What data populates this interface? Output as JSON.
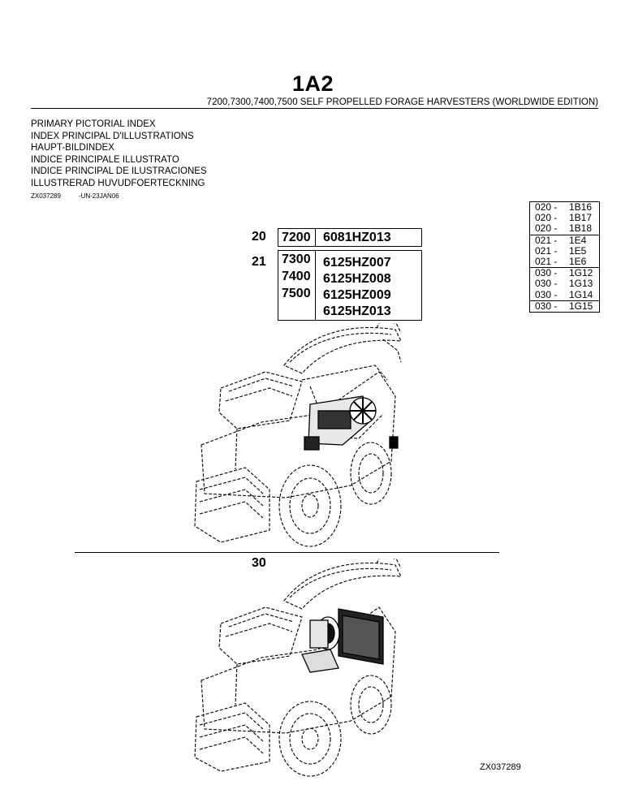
{
  "header": {
    "page_code": "1A2",
    "subtitle": "7200,7300,7400,7500 SELF PROPELLED FORAGE HARVESTERS (WORLDWIDE EDITION)"
  },
  "index_titles": [
    "PRIMARY PICTORIAL INDEX",
    "INDEX PRINCIPAL D'ILLUSTRATIONS",
    "HAUPT-BILDINDEX",
    "INDICE PRINCIPALE ILLUSTRATO",
    "INDICE PRINCIPAL DE ILUSTRACIONES",
    "ILLUSTRERAD HUVUDFOERTECKNING"
  ],
  "doc_codes": {
    "image_id": "ZX037289",
    "date_code": "-UN-23JAN06"
  },
  "reference_table": [
    [
      {
        "code": "020 -",
        "page": "1B16"
      },
      {
        "code": "020 -",
        "page": "1B17"
      },
      {
        "code": "020 -",
        "page": "1B18"
      }
    ],
    [
      {
        "code": "021 -",
        "page": "1E4"
      },
      {
        "code": "021 -",
        "page": "1E5"
      },
      {
        "code": "021 -",
        "page": "1E6"
      }
    ],
    [
      {
        "code": "030 -",
        "page": "1G12"
      },
      {
        "code": "030 -",
        "page": "1G13"
      },
      {
        "code": "030 -",
        "page": "1G14"
      }
    ],
    [
      {
        "code": "030 -",
        "page": "1G15"
      }
    ]
  ],
  "model_groups": [
    {
      "ref": "20",
      "models": [
        "7200"
      ],
      "engines": [
        "6081HZ013"
      ]
    },
    {
      "ref": "21",
      "models": [
        "7300",
        "7400",
        "7500"
      ],
      "engines": [
        "6125HZ007",
        "6125HZ008",
        "6125HZ009",
        "6125HZ013"
      ]
    }
  ],
  "section_30": {
    "ref": "30"
  },
  "footer": {
    "image_code": "ZX037289"
  }
}
